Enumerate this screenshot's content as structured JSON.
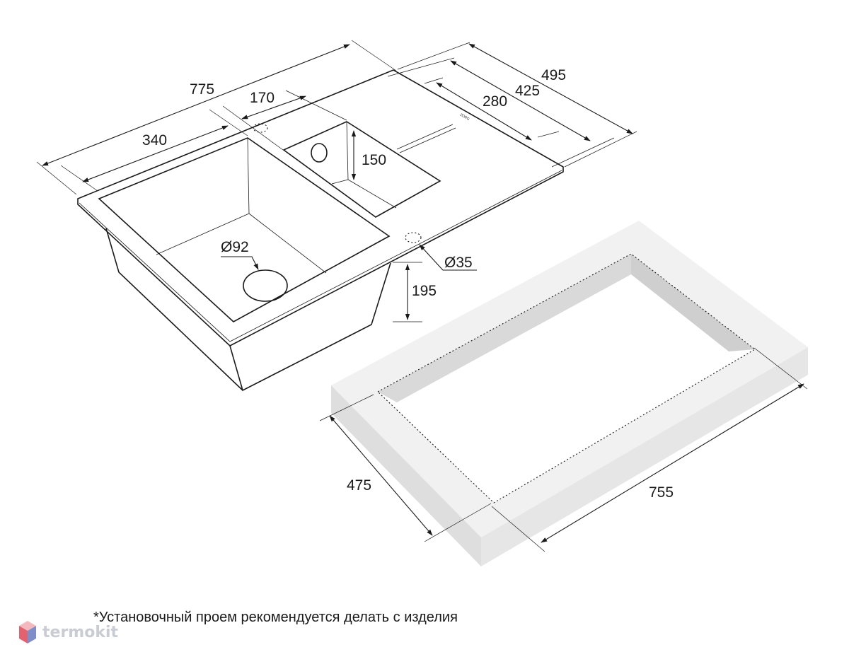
{
  "dimensions": {
    "overall_length": "775",
    "bowl_length": "340",
    "small_bowl_length": "170",
    "overall_width": "495",
    "bowl_width": "425",
    "small_bowl_width": "280",
    "small_bowl_depth": "150",
    "main_bowl_depth": "195",
    "drain_diameter": "Ø92",
    "tap_hole_diameter": "Ø35",
    "cutout_width": "475",
    "cutout_length": "755"
  },
  "footnote": "*Установочный проем рекомендуется делать с изделия",
  "brand": {
    "name": "termokit",
    "colors": {
      "text": "#c9ccd3",
      "top": "#f3b9bf",
      "left": "#e3626f",
      "right": "#7f8ec8"
    }
  },
  "colors": {
    "line": "#1a1a1a",
    "worktop_top": "#f1f1f1",
    "worktop_side": "#dcdcdc"
  }
}
